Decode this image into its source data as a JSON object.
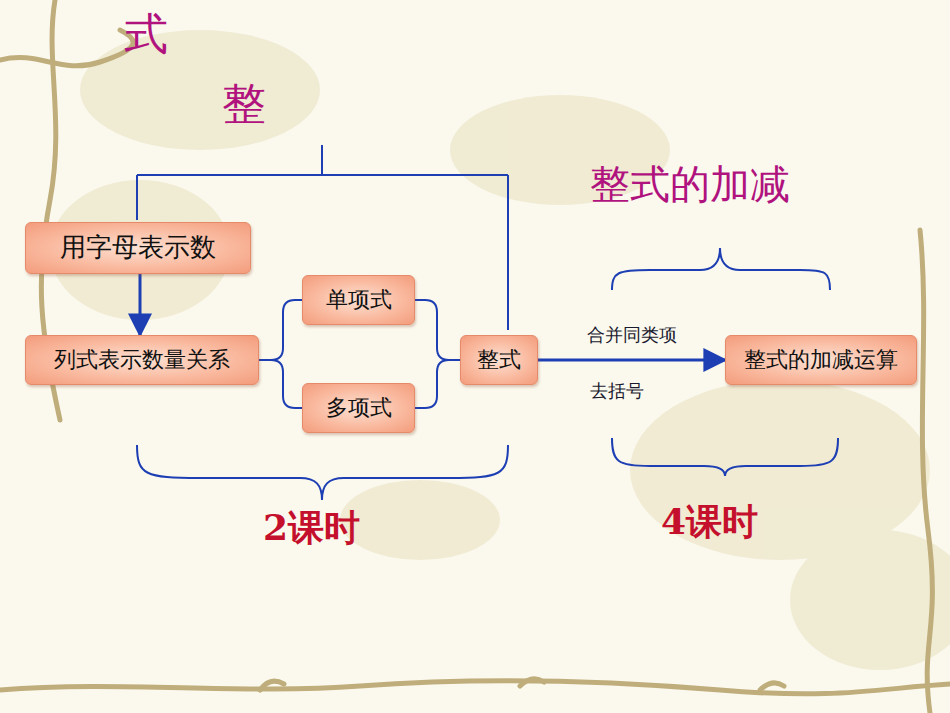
{
  "diagram": {
    "nodes": [
      {
        "text": [
          "用字母表示数"
        ]
      },
      {
        "text": [
          "列式表示数量关系"
        ]
      },
      {
        "text": [
          "单项式"
        ]
      },
      {
        "text": [
          "多项式"
        ]
      },
      {
        "text": [
          "整式"
        ]
      },
      {
        "text": [
          "整式的加减运算"
        ]
      }
    ],
    "edges": [
      {
        "from": 0,
        "to": 1,
        "arrow": "to"
      },
      {
        "from": 1,
        "to": 2,
        "arrow": "none"
      },
      {
        "from": 1,
        "to": 3,
        "arrow": "none"
      },
      {
        "from": 2,
        "to": 4,
        "arrow": "none"
      },
      {
        "from": 3,
        "to": 4,
        "arrow": "none"
      },
      {
        "from": 4,
        "to": 5,
        "label": "合并同类项",
        "arrow": "to"
      }
    ],
    "labels": [
      "式",
      "整",
      "整式的加减",
      "去括号",
      "2课时",
      "4课时"
    ]
  }
}
